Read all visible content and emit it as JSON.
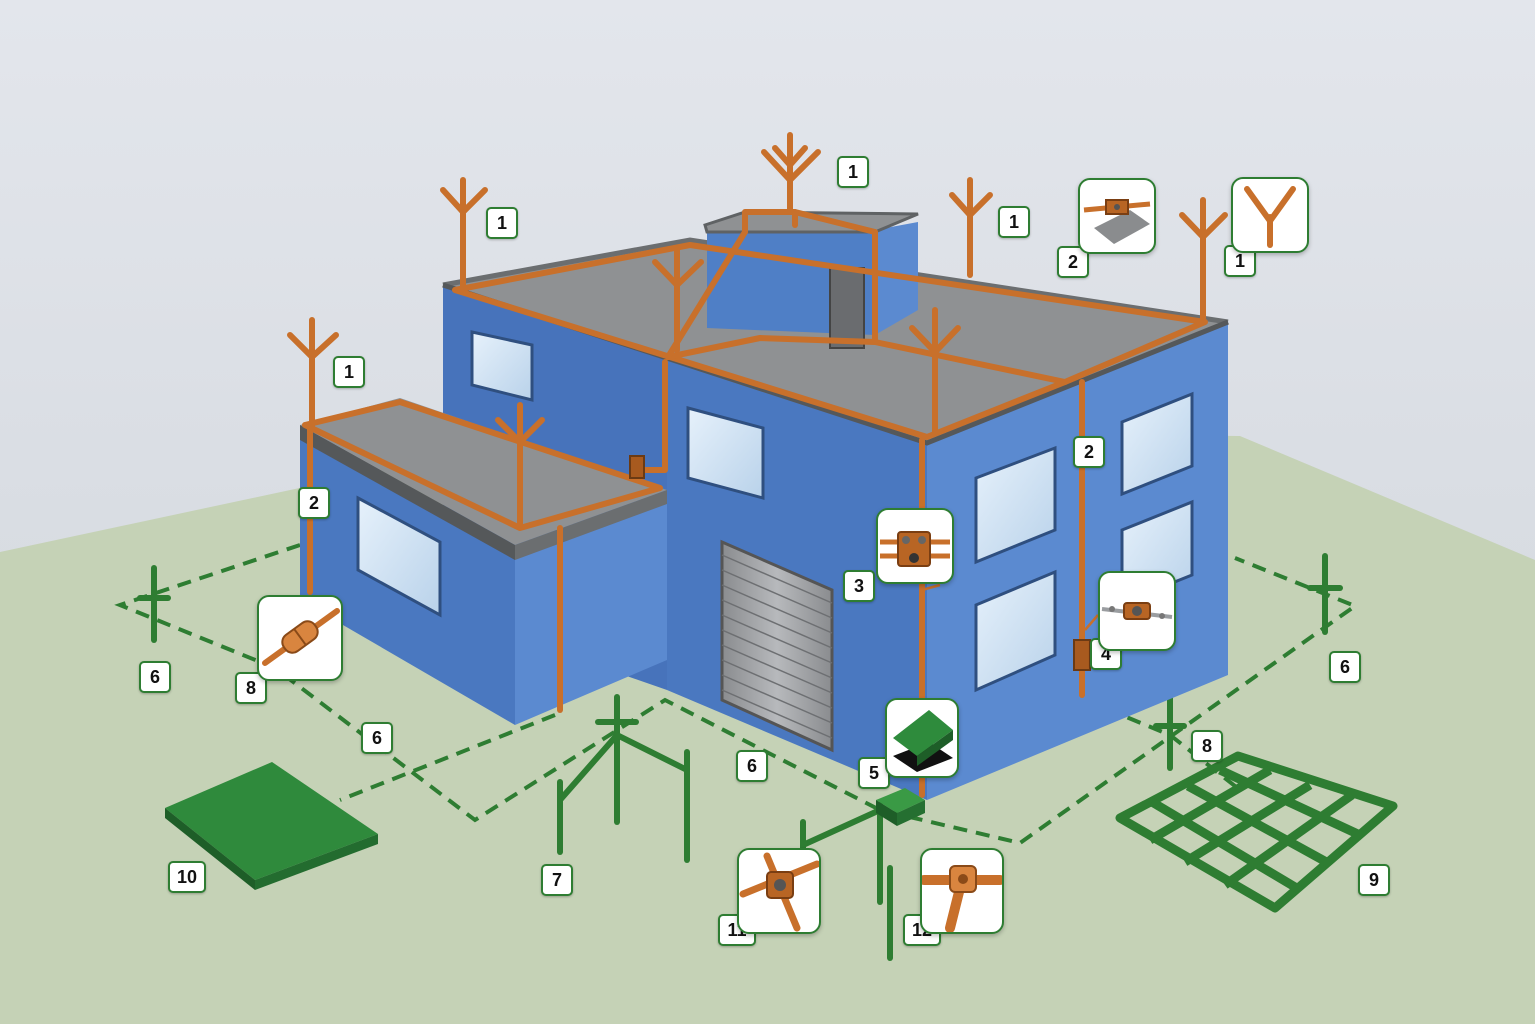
{
  "colors": {
    "copper": "#c8702b",
    "wall_front": "#4a78c0",
    "wall_side": "#5b8ad0",
    "roof": "#8f9193",
    "ground": "#c5d2b6",
    "earthing_green": "#2e7d32",
    "label_border": "#2e7d32"
  },
  "labels": [
    {
      "id": "air-terminal-1a",
      "text": "1"
    },
    {
      "id": "air-terminal-1b",
      "text": "1"
    },
    {
      "id": "air-terminal-1c",
      "text": "1"
    },
    {
      "id": "air-terminal-1d",
      "text": "1"
    },
    {
      "id": "air-terminal-1e",
      "text": "1"
    },
    {
      "id": "down-conductor-2a",
      "text": "2"
    },
    {
      "id": "down-conductor-2b",
      "text": "2"
    },
    {
      "id": "down-conductor-2c",
      "text": "2"
    },
    {
      "id": "connector-3",
      "text": "3"
    },
    {
      "id": "test-clamp-4",
      "text": "4"
    },
    {
      "id": "inspection-box-5",
      "text": "5"
    },
    {
      "id": "ring-earth-6a",
      "text": "6"
    },
    {
      "id": "ring-earth-6b",
      "text": "6"
    },
    {
      "id": "ring-earth-6c",
      "text": "6"
    },
    {
      "id": "ring-earth-6d",
      "text": "6"
    },
    {
      "id": "earth-rods-7",
      "text": "7"
    },
    {
      "id": "splice-8a",
      "text": "8"
    },
    {
      "id": "splice-8b",
      "text": "8"
    },
    {
      "id": "earth-mesh-9",
      "text": "9"
    },
    {
      "id": "earth-plate-10",
      "text": "10"
    },
    {
      "id": "cross-clamp-11",
      "text": "11"
    },
    {
      "id": "tee-connector-12",
      "text": "12"
    }
  ],
  "insets": [
    {
      "id": "inset-2",
      "icon": "roof-clip-icon"
    },
    {
      "id": "inset-1",
      "icon": "air-terminal-icon"
    },
    {
      "id": "inset-3",
      "icon": "square-connector-icon"
    },
    {
      "id": "inset-4",
      "icon": "test-clamp-icon"
    },
    {
      "id": "inset-5",
      "icon": "inspection-pit-icon"
    },
    {
      "id": "inset-8",
      "icon": "splice-sleeve-icon"
    },
    {
      "id": "inset-11",
      "icon": "cross-clamp-icon"
    },
    {
      "id": "inset-12",
      "icon": "tee-clamp-icon"
    }
  ]
}
